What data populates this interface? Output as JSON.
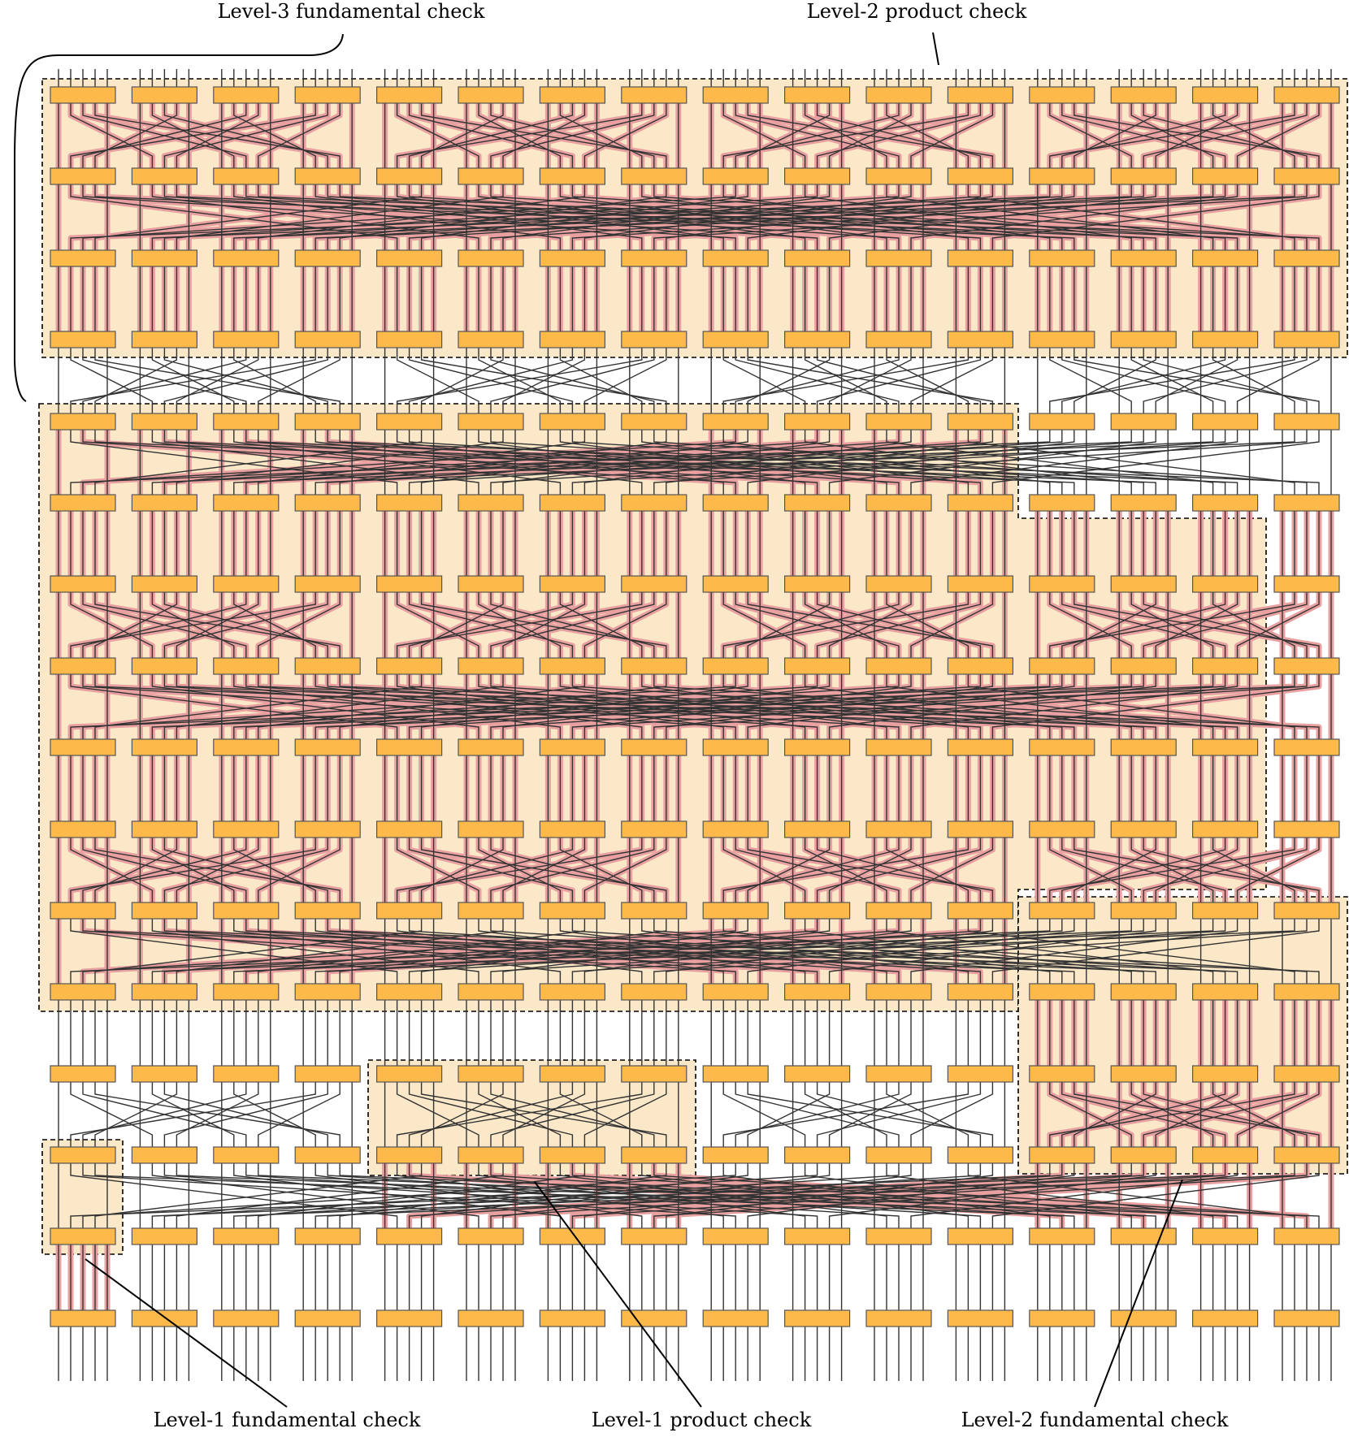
{
  "labels": {
    "level3_fundamental": "Level-3 fundamental check",
    "level2_product": "Level-2 product check",
    "level1_fundamental": "Level-1 fundamental check",
    "level1_product": "Level-1 product check",
    "level2_fundamental": "Level-2 fundamental check"
  },
  "colors": {
    "block": "#FDB94A",
    "block_stroke": "#555555",
    "wire": "#333333",
    "highlight_wire": "#E8A0A0",
    "region_fill": "#FBE8C8",
    "region_border": "#000000"
  }
}
